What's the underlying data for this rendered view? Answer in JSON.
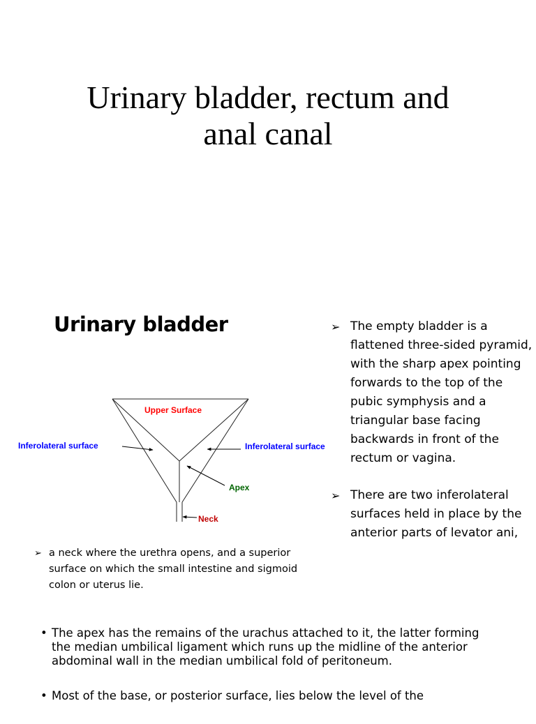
{
  "slide1": {
    "title_line1": "Urinary bladder, rectum and",
    "title_line2": "anal canal"
  },
  "slide2": {
    "heading": "Urinary bladder",
    "diagram_labels": {
      "upper_surface": "Upper Surface",
      "inferolateral_left": "Inferolateral surface",
      "inferolateral_right": "Inferolateral surface",
      "apex": "Apex",
      "neck": "Neck"
    },
    "diagram_colors": {
      "upper_surface": "#ff0000",
      "inferolateral": "#0000ff",
      "apex": "#006400",
      "neck": "#c00000"
    },
    "bullet_arrow_icon": "arrow-bullet-icon",
    "right_bullets": [
      "The empty bladder is a flattened three-sided pyramid, with the sharp apex pointing forwards to the top of the pubic symphysis and a triangular base facing backwards in front of the rectum or vagina.",
      "There are two inferolateral surfaces held in place by the anterior parts of levator ani,"
    ],
    "neck_bullet": "a neck where the urethra opens, and a superior surface on which the small intestine and sigmoid colon or uterus lie."
  },
  "slide3": {
    "bullets": [
      "The apex has the remains of the urachus attached to it, the latter forming the median umbilical ligament which runs up the midline of the anterior abdominal wall in the median umbilical fold of peritoneum.",
      "Most of the base, or posterior surface, lies below the level of the"
    ]
  }
}
